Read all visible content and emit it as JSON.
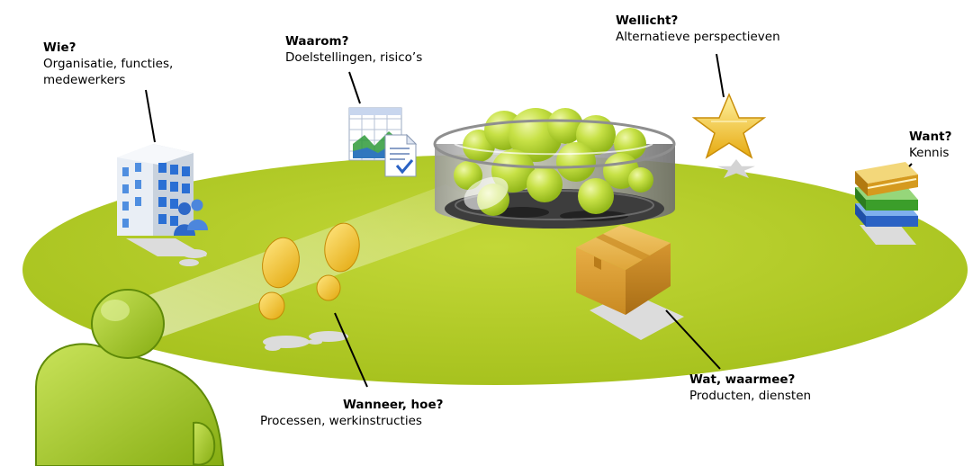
{
  "labels": {
    "wie": {
      "title": "Wie?",
      "text": "Organisatie, functies, medewerkers"
    },
    "waarom": {
      "title": "Waarom?",
      "text": "Doelstellingen, risico’s"
    },
    "wellicht": {
      "title": "Wellicht?",
      "text": "Alternatieve perspectieven"
    },
    "want": {
      "title": "Want?",
      "text": "Kennis"
    },
    "wat": {
      "title": "Wat, waarmee?",
      "text": "Producten, diensten"
    },
    "wanneer": {
      "title": "Wanneer, hoe?",
      "text": "Processen, werkinstructies"
    }
  },
  "colors": {
    "plane": "#b5cd2c",
    "figure": "#a6c71e",
    "bubble": "#c6e046",
    "star": "#f2c21c",
    "box": "#d99a2b",
    "footprint": "#f5c423"
  },
  "icons": {
    "wie": "office-building-with-people-icon",
    "waarom": "spreadsheet-chart-document-icon",
    "wellicht": "star-icon",
    "want": "stack-of-books-icon",
    "wat": "cardboard-box-icon",
    "wanneer": "footprints-icon",
    "center": "bubble-cylinder-icon",
    "person": "person-figure-icon"
  }
}
